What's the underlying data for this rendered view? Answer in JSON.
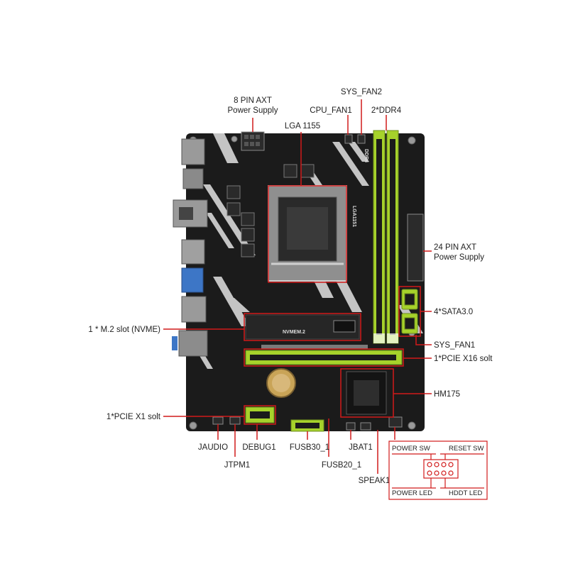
{
  "colors": {
    "pcb": "#1b1b1b",
    "stripe": "#d7d7d7",
    "slot_green": "#a6d22b",
    "callout": "#d11a1a",
    "io_metal": "#9a9a9a",
    "port_blue": "#3d76c6"
  },
  "board": {
    "socket_silk": "LGA1151",
    "m2_silk": "NVMEM.2",
    "ddr_silk": "DDR4"
  },
  "labels": {
    "pin8_line1": "8 PIN AXT",
    "pin8_line2": "Power Supply",
    "sys_fan2": "SYS_FAN2",
    "cpu_fan1": "CPU_FAN1",
    "ddr4": "2*DDR4",
    "lga": "LGA 1155",
    "pin24_line1": "24 PIN AXT",
    "pin24_line2": "Power Supply",
    "sata": "4*SATA3.0",
    "m2": "1 * M.2 slot (NVME)",
    "sys_fan1": "SYS_FAN1",
    "pcie16": "1*PCIE X16 solt",
    "hm175": "HM175",
    "pcie1": "1*PCIE X1 solt",
    "jaudio": "JAUDIO",
    "jtpm1": "JTPM1",
    "debug1": "DEBUG1",
    "fusb30": "FUSB30_1",
    "fusb20": "FUSB20_1",
    "jbat1": "JBAT1",
    "speak1": "SPEAK1"
  },
  "front_panel": {
    "power_sw": "POWER SW",
    "reset_sw": "RESET SW",
    "power_led": "POWER LED",
    "hddt_led": "HDDT LED"
  }
}
